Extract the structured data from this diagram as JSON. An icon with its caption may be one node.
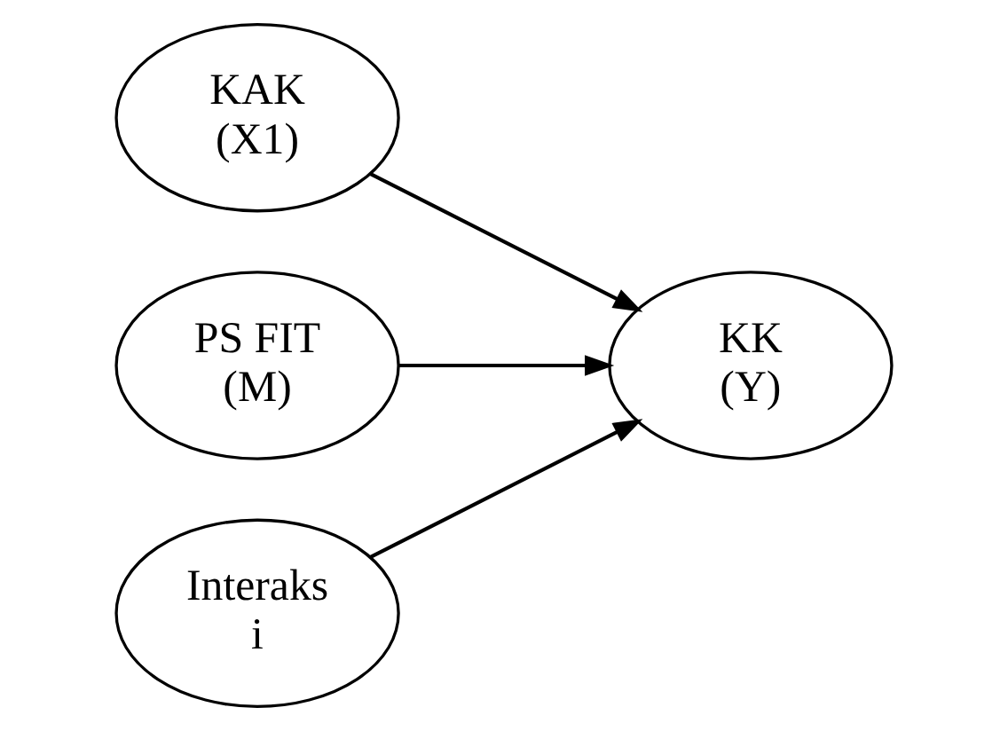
{
  "diagram": {
    "nodes": [
      {
        "text": [
          "KAK",
          "(X1)"
        ]
      },
      {
        "text": [
          "PS FIT",
          "(M)"
        ]
      },
      {
        "text": [
          "Interaks",
          "i"
        ]
      },
      {
        "text": [
          "KK",
          "(Y)"
        ]
      }
    ],
    "edges": [
      {
        "from": 0,
        "to": 3,
        "arrow": "to"
      },
      {
        "from": 1,
        "to": 3,
        "arrow": "to"
      },
      {
        "from": 2,
        "to": 3,
        "arrow": "to"
      }
    ]
  }
}
